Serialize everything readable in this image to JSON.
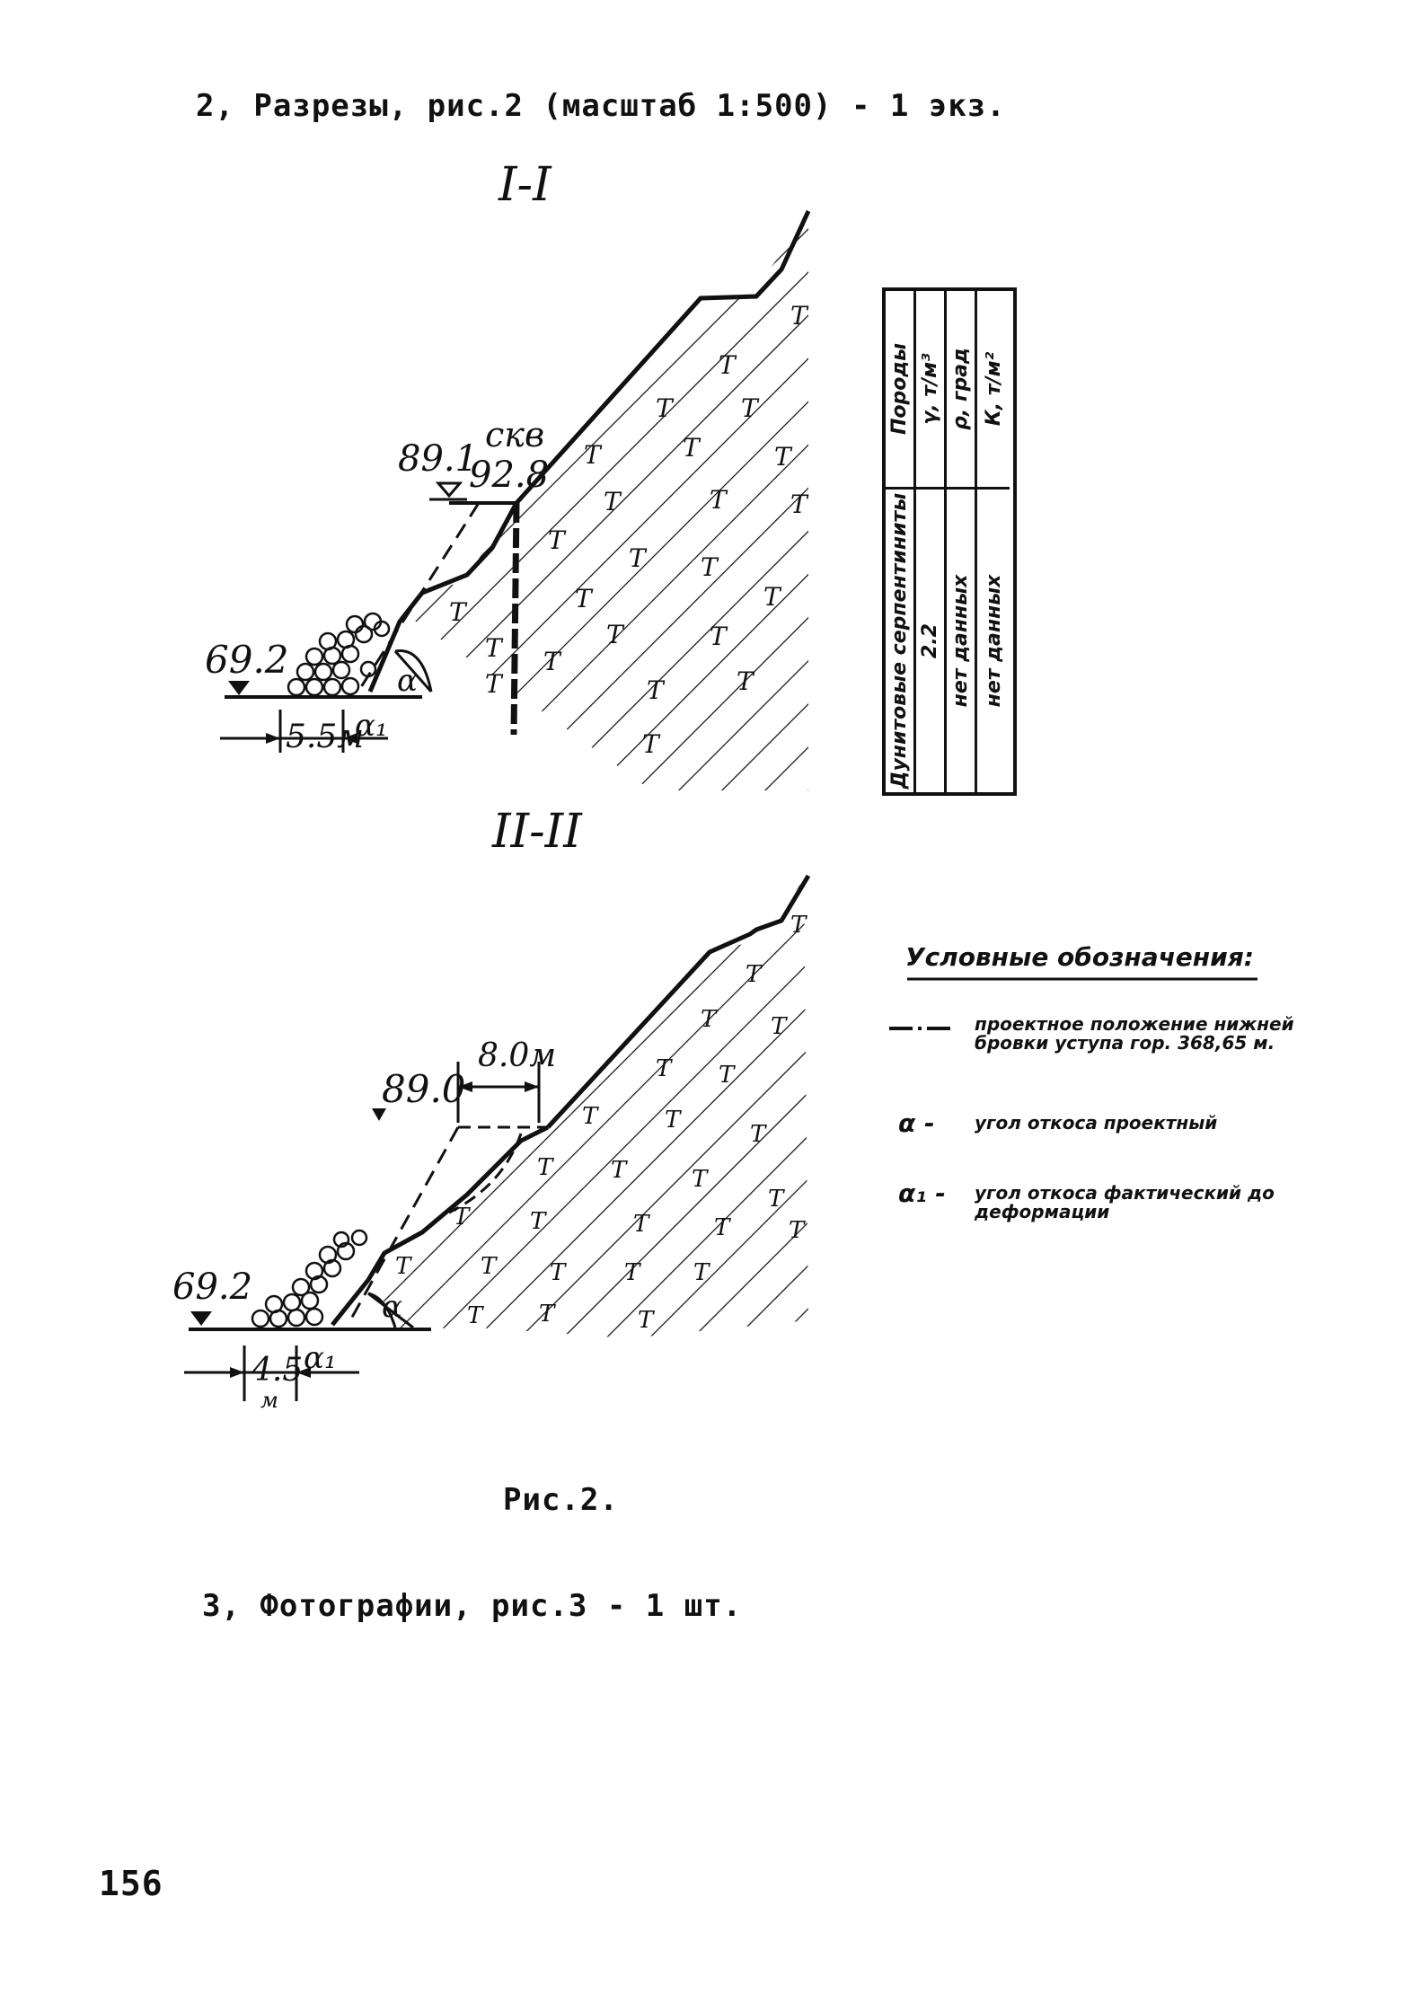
{
  "heading_sections": "2, Разрезы, рис.2 (масштаб 1:500)  - 1 экз.",
  "section1": {
    "title": "I-I",
    "borehole_label": "скв",
    "borehole_elev": "92.8",
    "top_elev": "89.1",
    "bottom_elev": "69.2",
    "width": "5.5м",
    "alpha": "α",
    "alpha1": "α₁"
  },
  "section2": {
    "title": "II-II",
    "top_elev": "89.0",
    "bench_width": "8.0м",
    "bottom_elev": "69.2",
    "width_value": "4.5",
    "width_unit": "м",
    "alpha": "α",
    "alpha1": "α₁"
  },
  "rock_symbol": "Т",
  "properties_table": {
    "header": [
      "Породы",
      "γ, т/м³",
      "ρ, град",
      "К, т/м²"
    ],
    "row": [
      "Дунитовые серпентиниты",
      "2.2",
      "нет данных",
      "нет данных"
    ]
  },
  "legend": {
    "title": "Условные обозначения:",
    "items": [
      {
        "symbol": "—·—",
        "text": "проектное положение нижней бровки уступа гор. 368,65 м."
      },
      {
        "symbol": "α -",
        "text": "угол откоса проектный"
      },
      {
        "symbol": "α₁ -",
        "text": "угол откоса фактический до деформации"
      }
    ]
  },
  "figure_caption": "Рис.2.",
  "heading_photos": "3, Фотографии, рис.3  - 1 шт.",
  "page_number": "156"
}
